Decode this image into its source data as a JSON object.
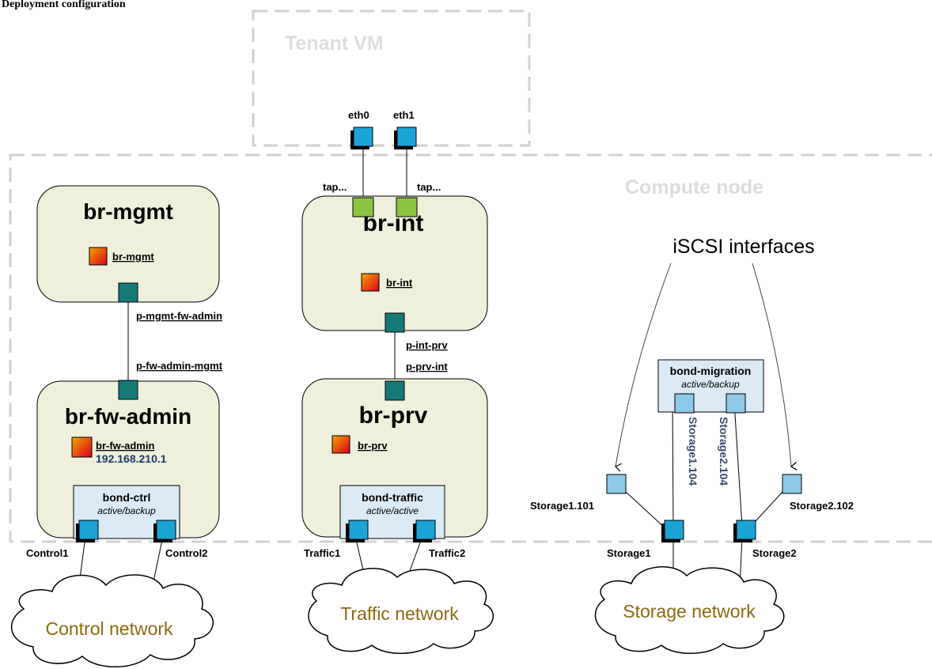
{
  "page_title": "Deployment configuration",
  "containers": {
    "tenant_vm": "Tenant VM",
    "compute_node": "Compute node"
  },
  "bridges": {
    "br_mgmt": {
      "title": "br-mgmt",
      "port": "br-mgmt"
    },
    "br_fw_admin": {
      "title": "br-fw-admin",
      "port": "br-fw-admin",
      "ip": "192.168.210.1"
    },
    "br_int": {
      "title": "br-int",
      "port": "br-int"
    },
    "br_prv": {
      "title": "br-prv",
      "port": "br-prv"
    }
  },
  "patches": {
    "p_mgmt_fw_admin": "p-mgmt-fw-admin",
    "p_fw_admin_mgmt": "p-fw-admin-mgmt",
    "p_int_prv": "p-int-prv",
    "p_prv_int": "p-prv-int"
  },
  "bonds": {
    "bond_ctrl": {
      "name": "bond-ctrl",
      "mode": "active/backup"
    },
    "bond_traffic": {
      "name": "bond-traffic",
      "mode": "active/active"
    },
    "bond_migration": {
      "name": "bond-migration",
      "mode": "active/backup"
    }
  },
  "interfaces": {
    "eth0": "eth0",
    "eth1": "eth1",
    "tap0": "tap...",
    "tap1": "tap...",
    "control1": "Control1",
    "control2": "Control2",
    "traffic1": "Traffic1",
    "traffic2": "Traffic2",
    "storage1": "Storage1",
    "storage2": "Storage2",
    "storage1_101": "Storage1.101",
    "storage2_102": "Storage2.102",
    "storage1_104": "Storage1.104",
    "storage2_104": "Storage2.104"
  },
  "annotations": {
    "iscsi": "iSCSI interfaces"
  },
  "networks": {
    "control": "Control network",
    "traffic": "Traffic network",
    "storage": "Storage network"
  },
  "colors": {
    "bridge_fill": "#eef0dc",
    "bond_fill": "#dbeaf5",
    "nic_blue": "#1ba3d6",
    "vlan_blue": "#8ec9ea",
    "patch_teal": "#157a78",
    "tap_green": "#8dc43f",
    "container_gray": "#d0d0d0",
    "network_text": "#8b6a0f"
  }
}
